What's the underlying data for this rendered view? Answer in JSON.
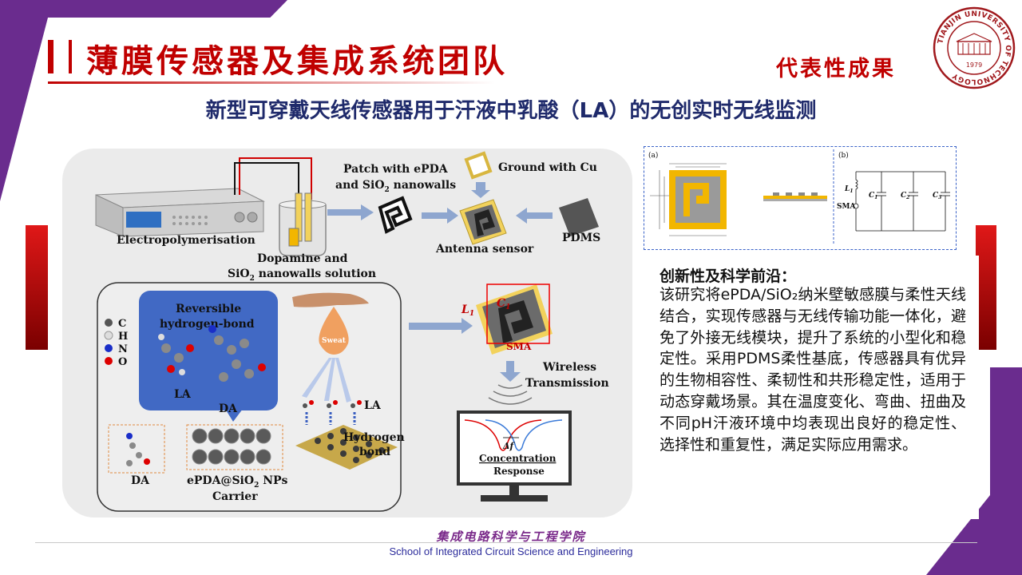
{
  "header": {
    "team_title": "薄膜传感器及集成系统团队",
    "section_label": "代表性成果"
  },
  "logo": {
    "ring_text": "TIANJIN UNIVERSITY OF TECHNOLOGY",
    "year": "1979"
  },
  "slide": {
    "subtitle": "新型可穿戴天线传感器用于汗液中乳酸（LA）的无创实时无线监测"
  },
  "figure": {
    "electropolymerisation": "Electropolymerisation",
    "solution_line1": "Dopamine and",
    "solution_line2": "SiO",
    "solution_line2_sub": "2",
    "solution_line2_tail": " nanowalls solution",
    "patch_line1": "Patch with ePDA",
    "patch_line2": "and SiO",
    "patch_line2_sub": "2",
    "patch_line2_tail": "  nanowalls",
    "ground": "Ground with Cu",
    "antenna_sensor": "Antenna sensor",
    "pdms": "PDMS",
    "reversible_line1": "Reversible",
    "reversible_line2": "hydrogen-bond",
    "la": "LA",
    "da": "DA",
    "legend": [
      "C",
      "H",
      "N",
      "O"
    ],
    "sweat": "Sweat",
    "la2": "LA",
    "hydrogen_bond_line1": "Hydrogen",
    "hydrogen_bond_line2": "bond",
    "da2": "DA",
    "carrier_line1": "ePDA@SiO",
    "carrier_sub": "2",
    "carrier_tail": " NPs",
    "carrier_line2": "Carrier",
    "l1_label": "L",
    "l1_sub": "1",
    "c1_label": "C",
    "c1_sub": "1",
    "sma": "SMA",
    "wireless_line1": "Wireless",
    "wireless_line2": "Transmission",
    "delta_f": "Δf",
    "concentration": "Concentration",
    "response": "Response"
  },
  "circuit_inset": {
    "label_a": "(a)",
    "label_b": "(b)",
    "l1": "L",
    "l1_sub": "1",
    "c1": "C",
    "c1_sub": "1",
    "c2": "C",
    "c2_sub": "2",
    "c3": "C",
    "c3_sub": "3",
    "sma": "SMA"
  },
  "innovation": {
    "heading": "创新性及科学前沿：",
    "body": "该研究将ePDA/SiO₂纳米壁敏感膜与柔性天线结合，实现传感器与无线传输功能一体化，避免了外接无线模块，提升了系统的小型化和稳定性。采用PDMS柔性基底，传感器具有优异的生物相容性、柔韧性和共形稳定性，适用于动态穿戴场景。其在温度变化、弯曲、扭曲及不同pH汗液环境中均表现出良好的稳定性、选择性和重复性，满足实际应用需求。"
  },
  "footer": {
    "school_cn": "集成电路科学与工程学院",
    "school_en": "School of Integrated Circuit Science and Engineering"
  },
  "colors": {
    "brand_red": "#c00000",
    "brand_purple": "#6a2c8e",
    "subtitle_navy": "#1f2a6b"
  }
}
